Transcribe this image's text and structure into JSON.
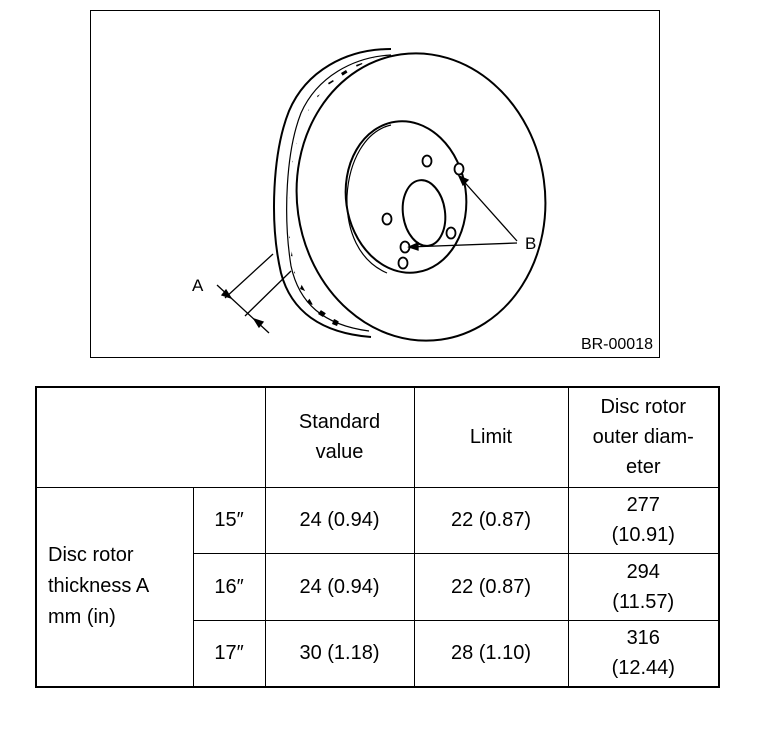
{
  "figure": {
    "label_a": "A",
    "label_b": "B",
    "code": "BR-00018"
  },
  "table": {
    "headers": {
      "standard": [
        "Standard",
        "value"
      ],
      "limit": "Limit",
      "diameter": [
        "Disc rotor",
        "outer diam-",
        "eter"
      ]
    },
    "row_header": [
      "Disc rotor",
      "thickness A",
      "mm (in)"
    ],
    "rows": [
      {
        "size": "15″",
        "standard": "24 (0.94)",
        "limit": "22 (0.87)",
        "diameter": [
          "277",
          "(10.91)"
        ]
      },
      {
        "size": "16″",
        "standard": "24 (0.94)",
        "limit": "22 (0.87)",
        "diameter": [
          "294",
          "(11.57)"
        ]
      },
      {
        "size": "17″",
        "standard": "30 (1.18)",
        "limit": "28 (1.10)",
        "diameter": [
          "316",
          "(12.44)"
        ]
      }
    ]
  }
}
